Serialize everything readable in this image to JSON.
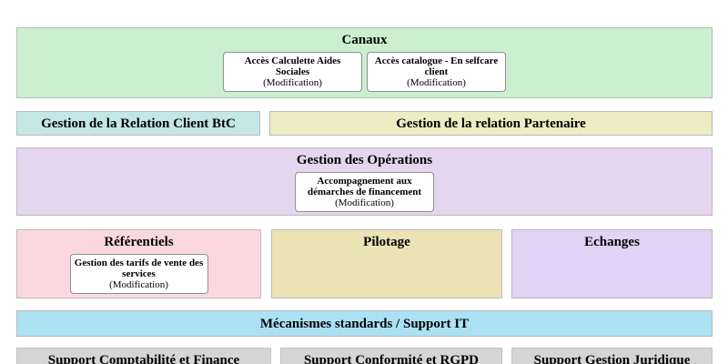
{
  "diagram": {
    "canaux": {
      "title": "Canaux",
      "items": [
        {
          "title": "Accès Calculette Aides Sociales",
          "note": "(Modification)"
        },
        {
          "title": "Accès catalogue - En selfcare client",
          "note": "(Modification)"
        }
      ]
    },
    "relation_client": {
      "title": "Gestion de la Relation Client BtC"
    },
    "relation_partenaire": {
      "title": "Gestion de la relation Partenaire"
    },
    "operations": {
      "title": "Gestion des Opérations",
      "items": [
        {
          "title": "Accompagnement aux démarches de financement",
          "note": "(Modification)"
        }
      ]
    },
    "referentiels": {
      "title": "Référentiels",
      "items": [
        {
          "title": "Gestion des tarifs de vente des services",
          "note": "(Modification)"
        }
      ]
    },
    "pilotage": {
      "title": "Pilotage"
    },
    "echanges": {
      "title": "Echanges"
    },
    "support_it": {
      "title": "Mécanismes standards / Support IT"
    },
    "support_bottom": [
      {
        "title": "Support Comptabilité et Finance"
      },
      {
        "title": "Support Conformité et RGPD"
      },
      {
        "title": "Support Gestion Juridique"
      }
    ],
    "colors": {
      "canaux_bg": "#ccf0cf",
      "relation_client_bg": "#c3e6e6",
      "relation_partenaire_bg": "#ececc5",
      "operations_bg": "#e5d5ee",
      "referentiels_bg": "#fbd8df",
      "pilotage_bg": "#ece3b5",
      "echanges_bg": "#e2d2f6",
      "support_it_bg": "#ace1f4",
      "support_bottom_bg": "#d5d5d5",
      "subbox_bg": "#ffffff",
      "block_border": "#b9b9b9",
      "subbox_border": "#909090",
      "text": "#000000"
    }
  }
}
